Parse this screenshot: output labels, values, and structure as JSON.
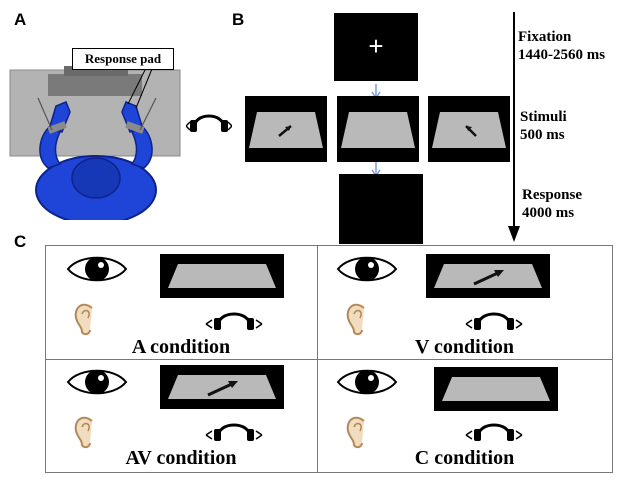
{
  "panels": {
    "a": "A",
    "b": "B",
    "c": "C"
  },
  "setup": {
    "response_pad_label": "Response pad"
  },
  "trial": {
    "fixation_symbol": "+",
    "phases": [
      {
        "name": "Fixation",
        "duration": "1440-2560 ms"
      },
      {
        "name": "Stimuli",
        "duration": "500 ms"
      },
      {
        "name": "Response",
        "duration": "4000 ms"
      }
    ]
  },
  "conditions": [
    {
      "label": "A condition",
      "arrow": false
    },
    {
      "label": "V condition",
      "arrow": true
    },
    {
      "label": "AV condition",
      "arrow": true
    },
    {
      "label": "C condition",
      "arrow": false
    }
  ],
  "colors": {
    "body_blue": "#1f44d8",
    "pad_gray": "#a9a9a9",
    "screen": "#000000",
    "floor_gray": "#b9b9b9"
  },
  "icons": [
    "eye-icon",
    "ear-icon",
    "headphones-icon",
    "arrow-icon"
  ]
}
